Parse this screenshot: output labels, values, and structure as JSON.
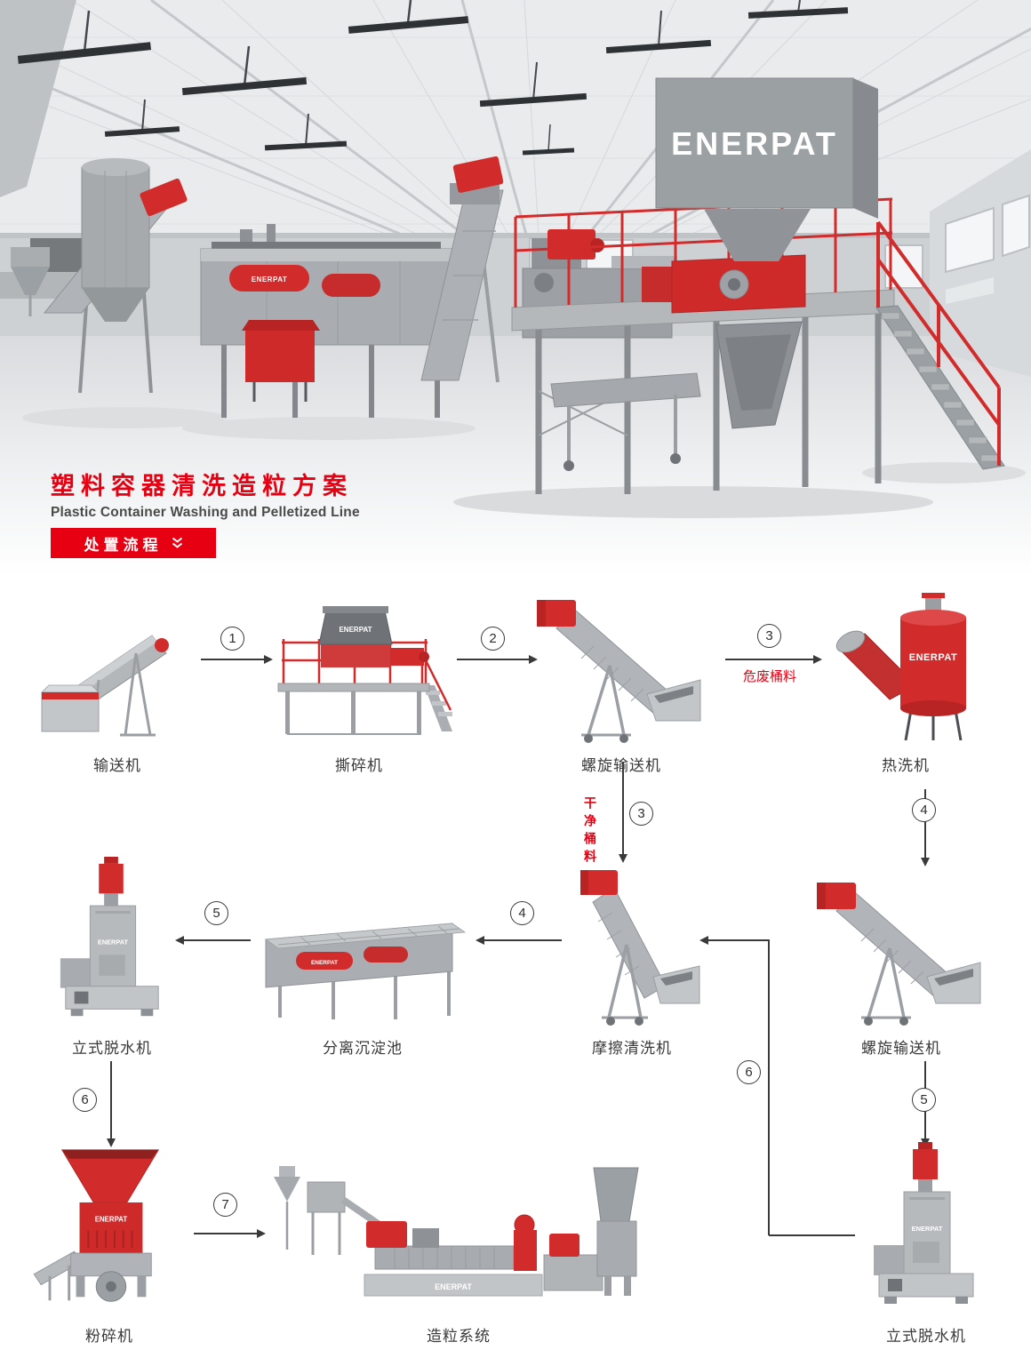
{
  "brand": "ENERPAT",
  "header": {
    "title_zh": "塑料容器清洗造粒方案",
    "title_en": "Plastic Container Washing and Pelletized Line",
    "process_button": "处置流程"
  },
  "colors": {
    "accent": "#e60012",
    "machine_red": "#d22b2b",
    "machine_gray": "#a9adb1"
  },
  "flow": {
    "machines": [
      {
        "id": "conveyor",
        "label": "输送机"
      },
      {
        "id": "shredder",
        "label": "撕碎机"
      },
      {
        "id": "screw-conveyor-1",
        "label": "螺旋输送机"
      },
      {
        "id": "hot-washer",
        "label": "热洗机"
      },
      {
        "id": "vertical-dewatering-1",
        "label": "立式脱水机"
      },
      {
        "id": "separation-tank",
        "label": "分离沉淀池"
      },
      {
        "id": "friction-washer",
        "label": "摩擦清洗机"
      },
      {
        "id": "screw-conveyor-2",
        "label": "螺旋输送机"
      },
      {
        "id": "crusher",
        "label": "粉碎机"
      },
      {
        "id": "pelletizing-system",
        "label": "造粒系统"
      },
      {
        "id": "vertical-dewatering-2",
        "label": "立式脱水机"
      }
    ],
    "steps": {
      "s1": "1",
      "s2": "2",
      "s3": "3",
      "s4": "4",
      "s5": "5",
      "s6": "6",
      "s7": "7"
    },
    "annotations": {
      "hazardous": "危废桶料",
      "clean": "干净桶料"
    }
  }
}
